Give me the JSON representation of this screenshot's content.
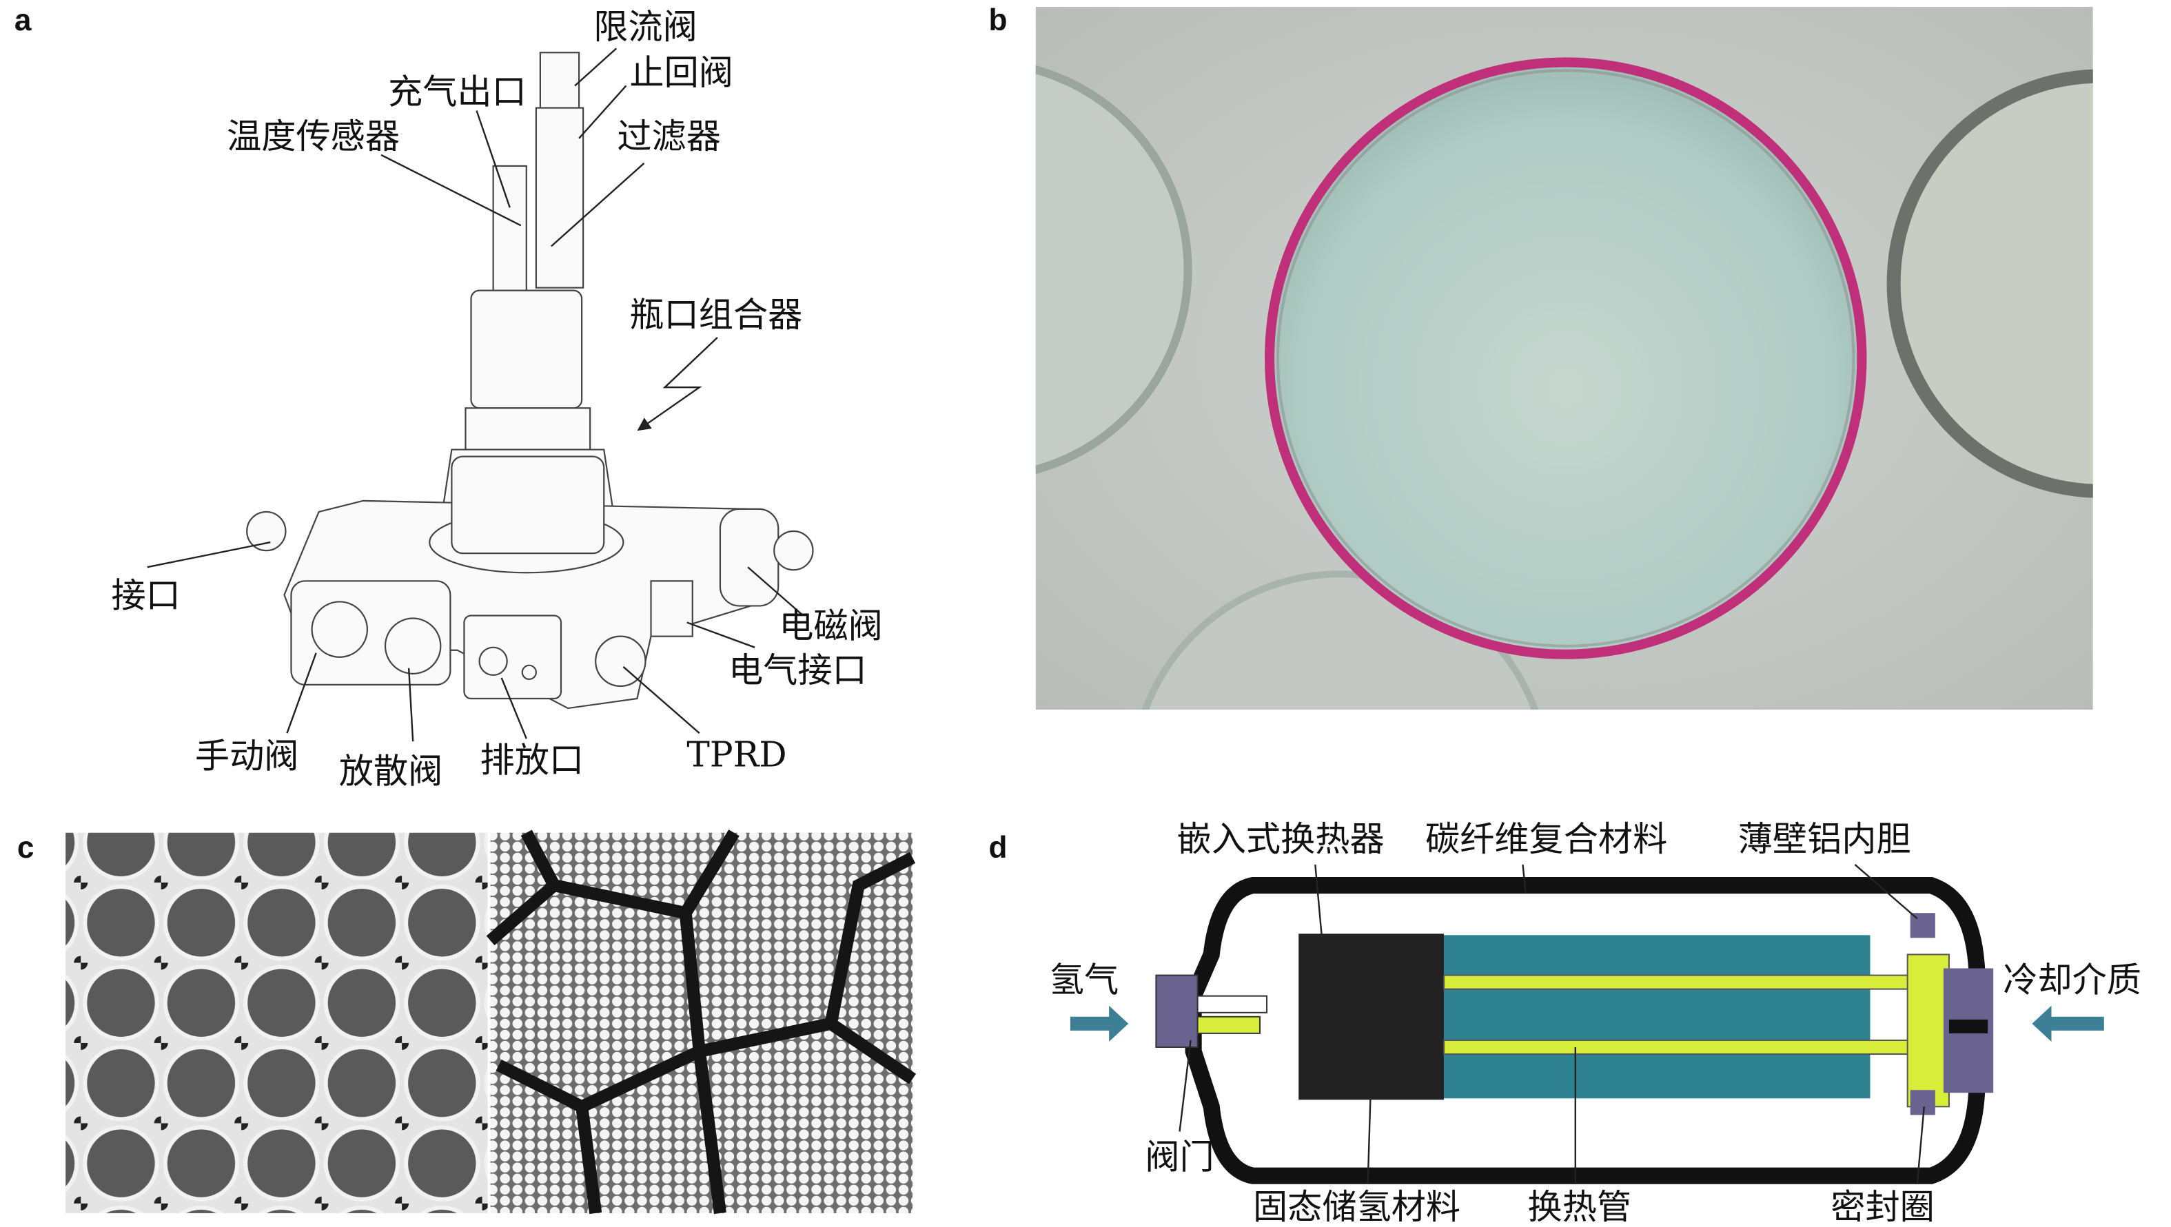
{
  "panels": {
    "a": {
      "label": "a",
      "callouts": [
        "限流阀",
        "止回阀",
        "充气出口",
        "温度传感器",
        "过滤器",
        "瓶口组合器",
        "接口",
        "电磁阀",
        "电气接口",
        "TPRD",
        "手动阀",
        "放散阀",
        "排放口"
      ]
    },
    "b": {
      "label": "b"
    },
    "c": {
      "label": "c"
    },
    "d": {
      "label": "d",
      "callouts": [
        "嵌入式换热器",
        "碳纤维复合材料",
        "薄壁铝内胆",
        "氢气",
        "冷却介质",
        "阀门",
        "固态储氢材料",
        "换热管",
        "密封圈"
      ]
    }
  },
  "colors": {
    "ring": "#c0307a",
    "teal": "#2e8190",
    "tube": "#d8ec3a",
    "valve": "#6a6390",
    "arrow": "#3d7f95"
  }
}
